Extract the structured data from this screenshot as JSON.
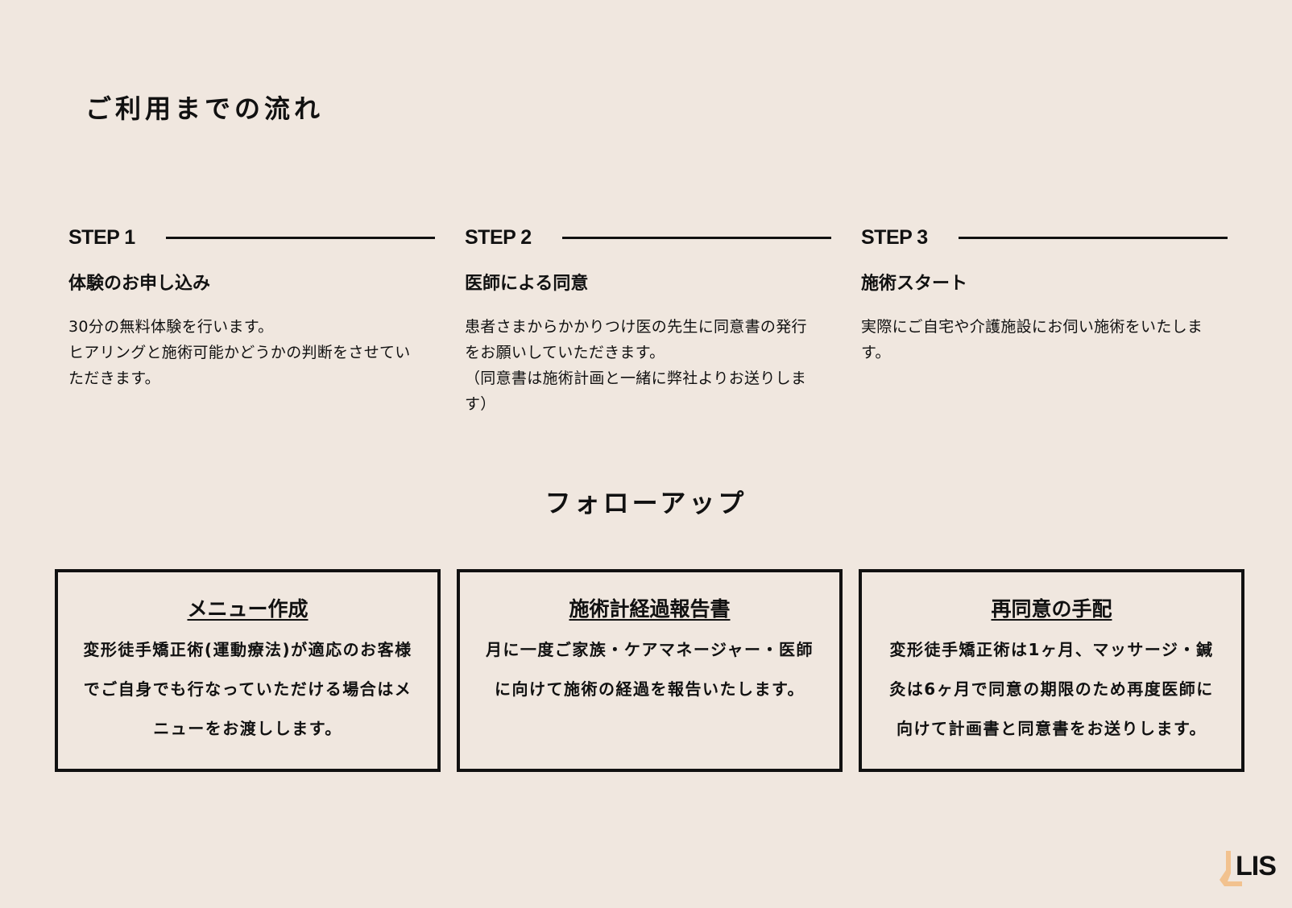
{
  "title": "ご利用までの流れ",
  "steps": [
    {
      "label": "STEP 1",
      "title": "体験のお申し込み",
      "description": "30分の無料体験を行います。\nヒアリングと施術可能かどうかの判断をさせていただきます。"
    },
    {
      "label": "STEP 2",
      "title": "医師による同意",
      "description": "患者さまからかかりつけ医の先生に同意書の発行をお願いしていただきます。\n（同意書は施術計画と一緒に弊社よりお送りします）"
    },
    {
      "label": "STEP 3",
      "title": "施術スタート",
      "description": "実際にご自宅や介護施設にお伺い施術をいたします。"
    }
  ],
  "followup": {
    "heading": "フォローアップ",
    "boxes": [
      {
        "title": "メニュー作成",
        "description": "変形徒手矯正術(運動療法)が適応のお客様でご自身でも行なっていただける場合はメニューをお渡しします。"
      },
      {
        "title": "施術計経過報告書",
        "description": "月に一度ご家族・ケアマネージャー・医師に向けて施術の経過を報告いたします。"
      },
      {
        "title": "再同意の手配",
        "description": "変形徒手矯正術は1ヶ月、マッサージ・鍼灸は6ヶ月で同意の期限のため再度医師に向けて計画書と同意書をお送りします。"
      }
    ]
  },
  "logo": {
    "text": "LIS",
    "accent_color": "#f2c28f"
  }
}
